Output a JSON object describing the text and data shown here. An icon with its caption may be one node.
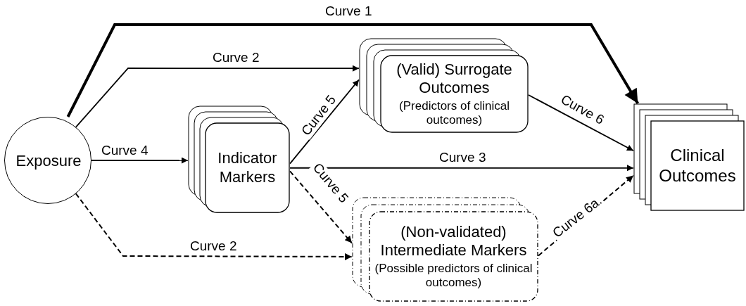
{
  "diagram": {
    "nodes": [
      {
        "text": [
          "Exposure"
        ]
      },
      {
        "text": [
          "Indicator Markers"
        ]
      },
      {
        "text": [
          "(Valid) Surrogate Outcomes",
          "(Predictors of clinical outcomes)"
        ]
      },
      {
        "text": [
          "(Non-validated) Intermediate Markers",
          "(Possible predictors of clinical outcomes)"
        ]
      },
      {
        "text": [
          "Clinical Outcomes"
        ]
      }
    ],
    "edges": [
      {
        "from": 0,
        "to": 4,
        "arrow": "to",
        "label": "Curve 1",
        "style": "thick"
      },
      {
        "from": 0,
        "to": 2,
        "arrow": "to",
        "label": "Curve 2"
      },
      {
        "from": 0,
        "to": 1,
        "arrow": "to",
        "label": "Curve 4"
      },
      {
        "from": 1,
        "to": 2,
        "arrow": "to",
        "label": "Curve 5"
      },
      {
        "from": 1,
        "to": 4,
        "arrow": "to",
        "label": "Curve 3"
      },
      {
        "from": 1,
        "to": 3,
        "arrow": "to",
        "label": "Curve 5",
        "style": "dashed"
      },
      {
        "from": 0,
        "to": 3,
        "arrow": "to",
        "label": "Curve 2",
        "style": "dashed"
      },
      {
        "from": 2,
        "to": 4,
        "arrow": "to",
        "label": "Curve 6"
      },
      {
        "from": 3,
        "to": 4,
        "arrow": "to",
        "label": "Curve 6a",
        "style": "dashed"
      }
    ]
  }
}
